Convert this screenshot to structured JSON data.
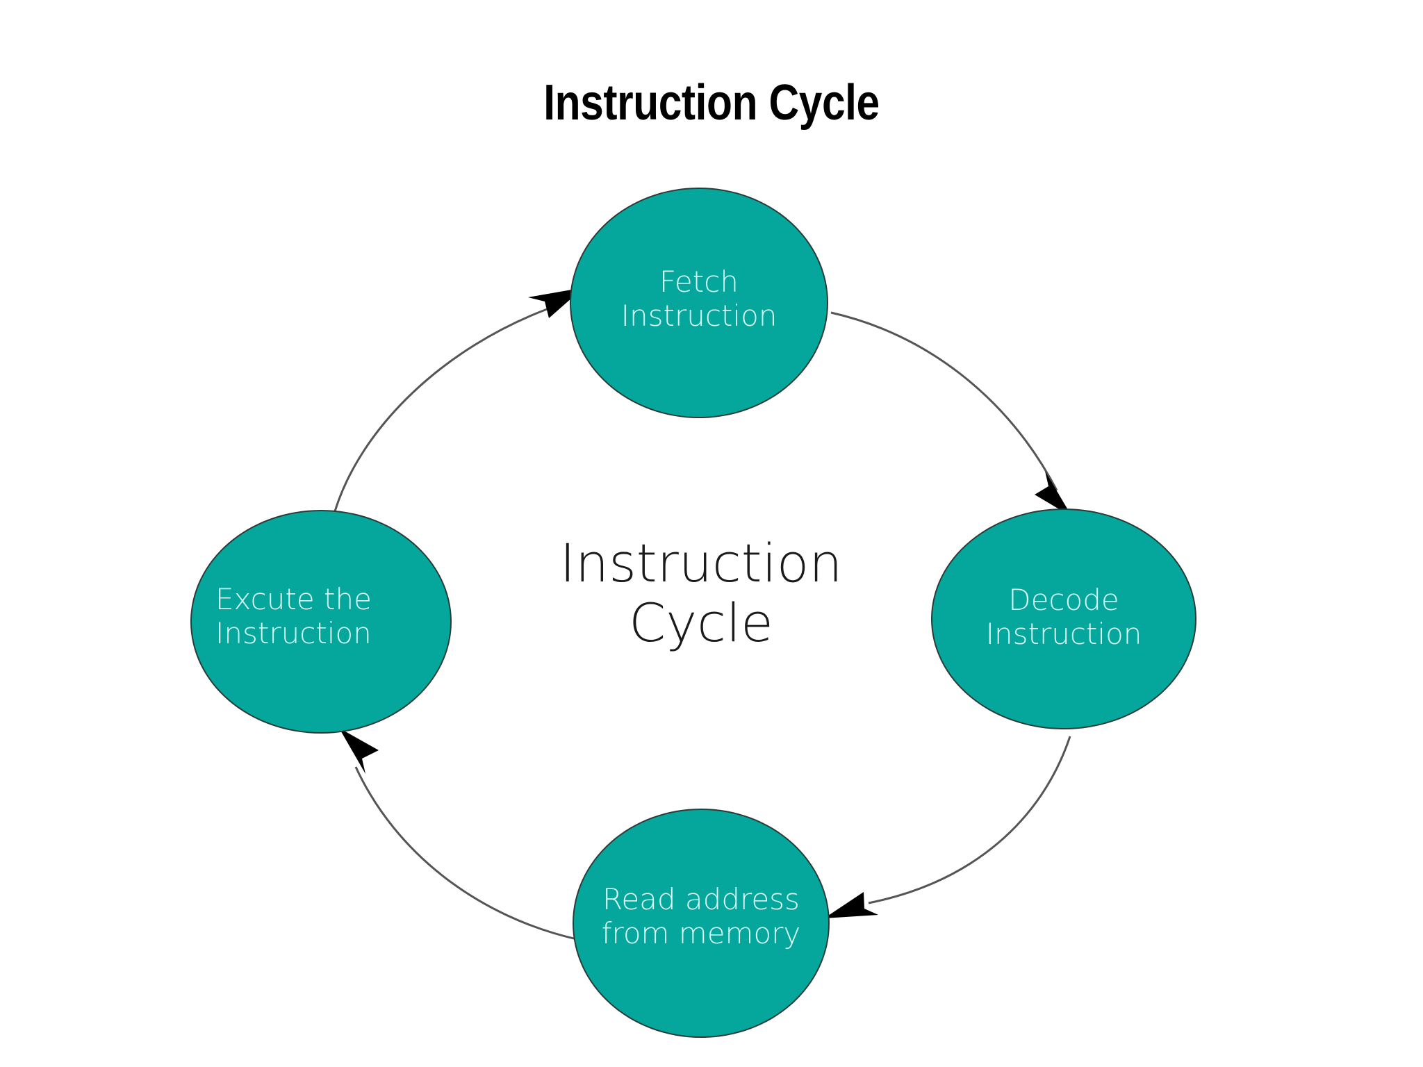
{
  "page": {
    "title": "Instruction Cycle",
    "background_color": "#ffffff"
  },
  "colors": {
    "node_fill": "#05a79d",
    "node_stroke": "#2a3b38",
    "node_text": "#d9faf6",
    "arc_stroke": "#555555",
    "arrowhead": "#000000",
    "title_text": "#000000",
    "center_text": "#1a1a1a"
  },
  "center_label": {
    "line1": "Instruction",
    "line2": "Cycle"
  },
  "diagram": {
    "type": "cycle",
    "direction": "clockwise",
    "node_count": 4,
    "nodes": [
      {
        "id": "fetch",
        "position": "top",
        "line1": "Fetch",
        "line2": "Instruction",
        "text": "Fetch Instruction",
        "order": 1
      },
      {
        "id": "decode",
        "position": "right",
        "line1": "Decode",
        "line2": "Instruction",
        "text": "Decode Instruction",
        "order": 2
      },
      {
        "id": "read",
        "position": "bottom",
        "line1": "Read address",
        "line2": "from memory",
        "text": "Read address from memory",
        "order": 3
      },
      {
        "id": "execute",
        "position": "left",
        "line1": "Excute the",
        "line2": "Instruction",
        "text": "Excute the Instruction",
        "order": 4
      }
    ],
    "edges": [
      {
        "id": "fetch-to-decode",
        "from": "fetch",
        "to": "decode",
        "style": "curved-arrow"
      },
      {
        "id": "decode-to-read",
        "from": "decode",
        "to": "read",
        "style": "curved-arrow"
      },
      {
        "id": "read-to-execute",
        "from": "read",
        "to": "execute",
        "style": "curved-arrow"
      },
      {
        "id": "execute-to-fetch",
        "from": "execute",
        "to": "fetch",
        "style": "curved-arrow"
      }
    ]
  }
}
